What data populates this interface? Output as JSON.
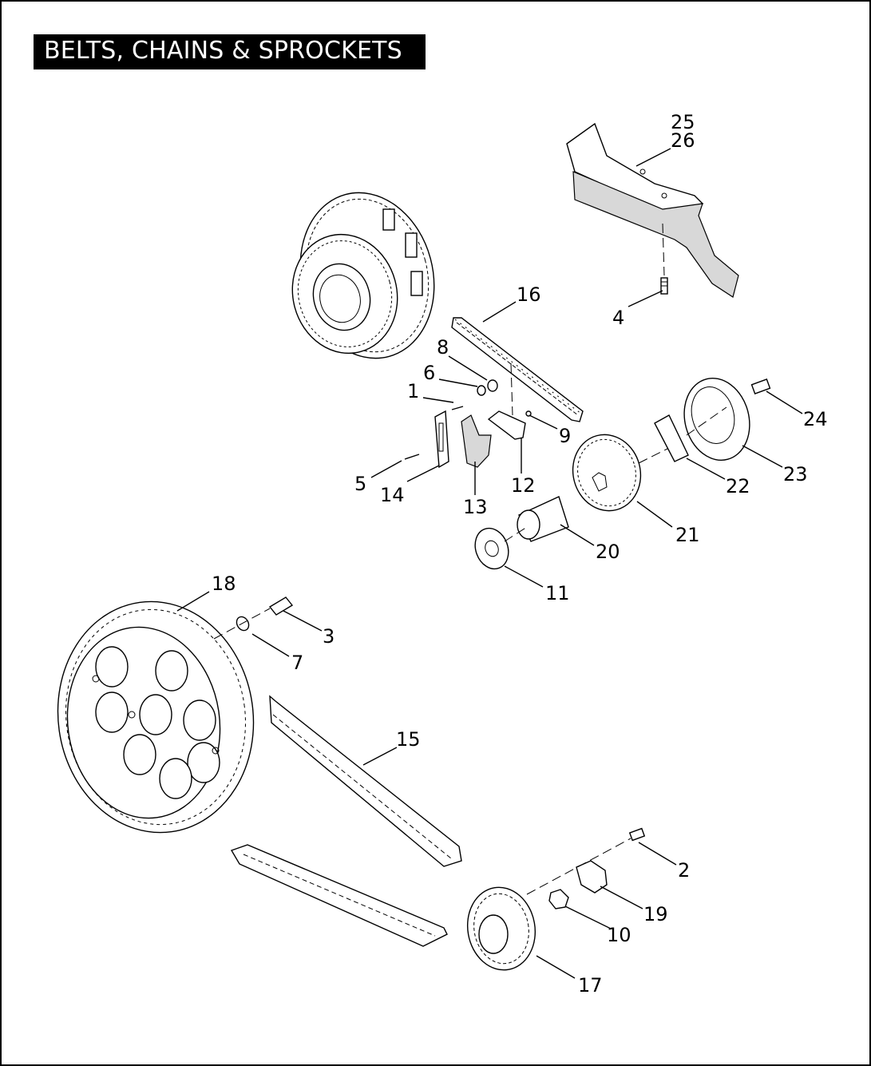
{
  "title": "BELTS, CHAINS & SPROCKETS",
  "callouts": [
    "1",
    "2",
    "3",
    "4",
    "5",
    "6",
    "7",
    "8",
    "9",
    "10",
    "11",
    "12",
    "13",
    "14",
    "15",
    "16",
    "17",
    "18",
    "19",
    "20",
    "21",
    "22",
    "23",
    "24",
    "25",
    "26"
  ]
}
